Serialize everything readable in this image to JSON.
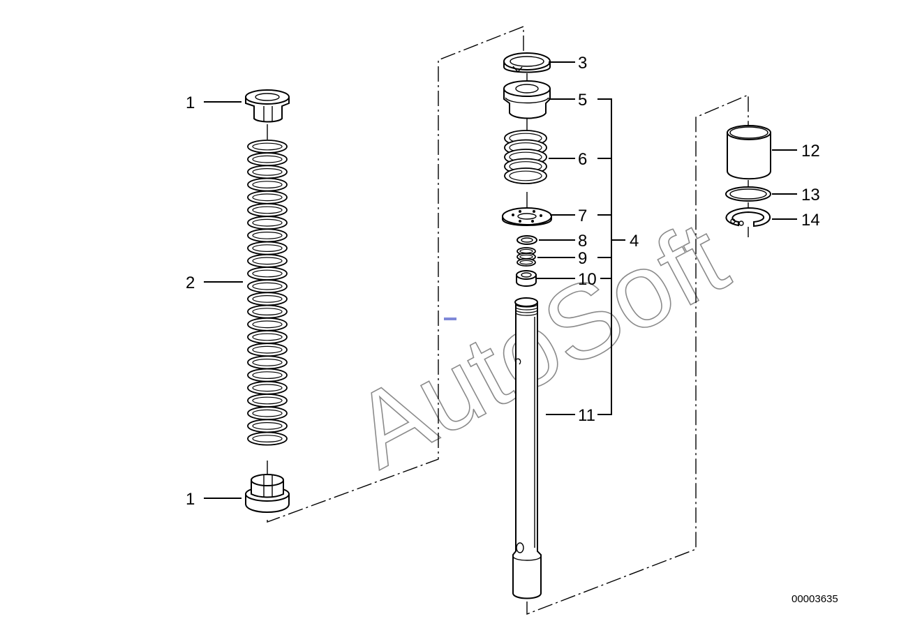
{
  "diagram": {
    "callouts": [
      {
        "id": "1a",
        "text": "1"
      },
      {
        "id": "1b",
        "text": "1"
      },
      {
        "id": "2",
        "text": "2"
      },
      {
        "id": "3",
        "text": "3"
      },
      {
        "id": "4",
        "text": "4"
      },
      {
        "id": "5",
        "text": "5"
      },
      {
        "id": "6",
        "text": "6"
      },
      {
        "id": "7",
        "text": "7"
      },
      {
        "id": "8",
        "text": "8"
      },
      {
        "id": "9",
        "text": "9"
      },
      {
        "id": "10",
        "text": "10"
      },
      {
        "id": "11",
        "text": "11"
      },
      {
        "id": "12",
        "text": "12"
      },
      {
        "id": "13",
        "text": "13"
      },
      {
        "id": "14",
        "text": "14"
      }
    ],
    "document_number": "00003635",
    "watermark": "AutoSoft"
  }
}
